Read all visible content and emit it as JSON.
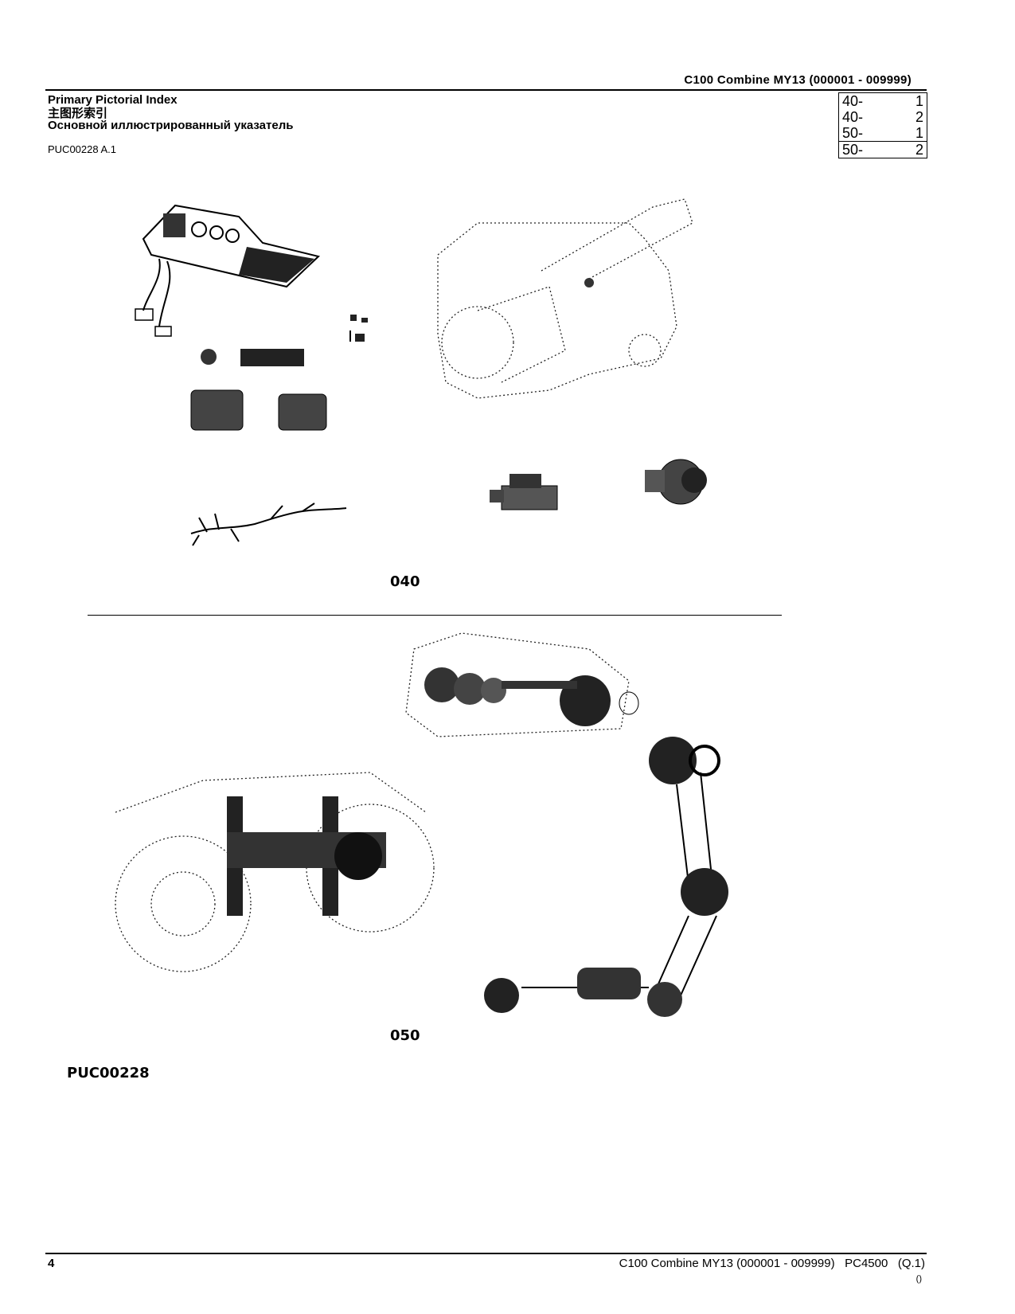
{
  "header": {
    "title": "C100  Combine  MY13  (000001  -  009999)"
  },
  "index": {
    "title_en": "Primary Pictorial Index",
    "title_zh": "主图形索引",
    "title_ru": "Основной иллюстрированный указатель",
    "doc_ref": "PUC00228 A.1"
  },
  "ref_table": {
    "rows": [
      {
        "group": "40-",
        "page": "1"
      },
      {
        "group": "40-",
        "page": "2"
      },
      {
        "group": "50-",
        "page": "1"
      },
      {
        "group": "50-",
        "page": "2"
      }
    ]
  },
  "figures": {
    "section_top": "040",
    "section_bottom": "050",
    "figure_id": "PUC00228"
  },
  "footer": {
    "page_number": "4",
    "text": "C100 Combine MY13 (000001 - 009999)   PC4500   (Q.1)",
    "mark": "()"
  }
}
